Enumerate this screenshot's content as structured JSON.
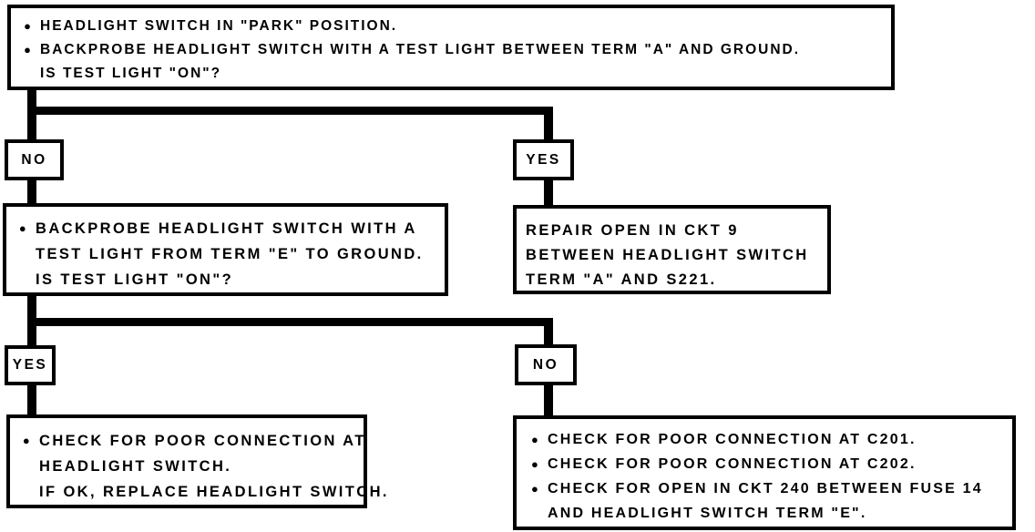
{
  "diagram": {
    "kind": "headlight-switch-troubleshooting-flowchart",
    "colors": {
      "ink": "#000000",
      "paper": "#ffffff"
    },
    "glyphs": {
      "bullet": "●"
    }
  },
  "flow": {
    "q1": {
      "lines": [
        "HEADLIGHT SWITCH IN \"PARK\" POSITION.",
        "BACKPROBE HEADLIGHT SWITCH WITH A TEST LIGHT BETWEEN TERM \"A\" AND GROUND.",
        "IS TEST LIGHT \"ON\"?"
      ]
    },
    "branch1": {
      "no": "NO",
      "yes": "YES"
    },
    "q2": {
      "lines": [
        "BACKPROBE HEADLIGHT SWITCH WITH A",
        "TEST LIGHT FROM TERM \"E\" TO GROUND.",
        "IS TEST LIGHT \"ON\"?"
      ]
    },
    "repair_open": {
      "lines": [
        "REPAIR OPEN IN CKT 9",
        "BETWEEN HEADLIGHT SWITCH",
        "TERM \"A\" AND S221."
      ]
    },
    "branch2": {
      "yes": "YES",
      "no": "NO"
    },
    "check_switch": {
      "lines": [
        "CHECK FOR POOR CONNECTION AT",
        "HEADLIGHT SWITCH.",
        "IF OK, REPLACE HEADLIGHT SWITCH."
      ]
    },
    "check_circuit": {
      "lines": [
        "CHECK FOR POOR CONNECTION AT C201.",
        "CHECK FOR POOR CONNECTION AT C202.",
        "CHECK FOR OPEN IN CKT 240 BETWEEN FUSE 14",
        "AND HEADLIGHT SWITCH TERM \"E\"."
      ]
    }
  }
}
